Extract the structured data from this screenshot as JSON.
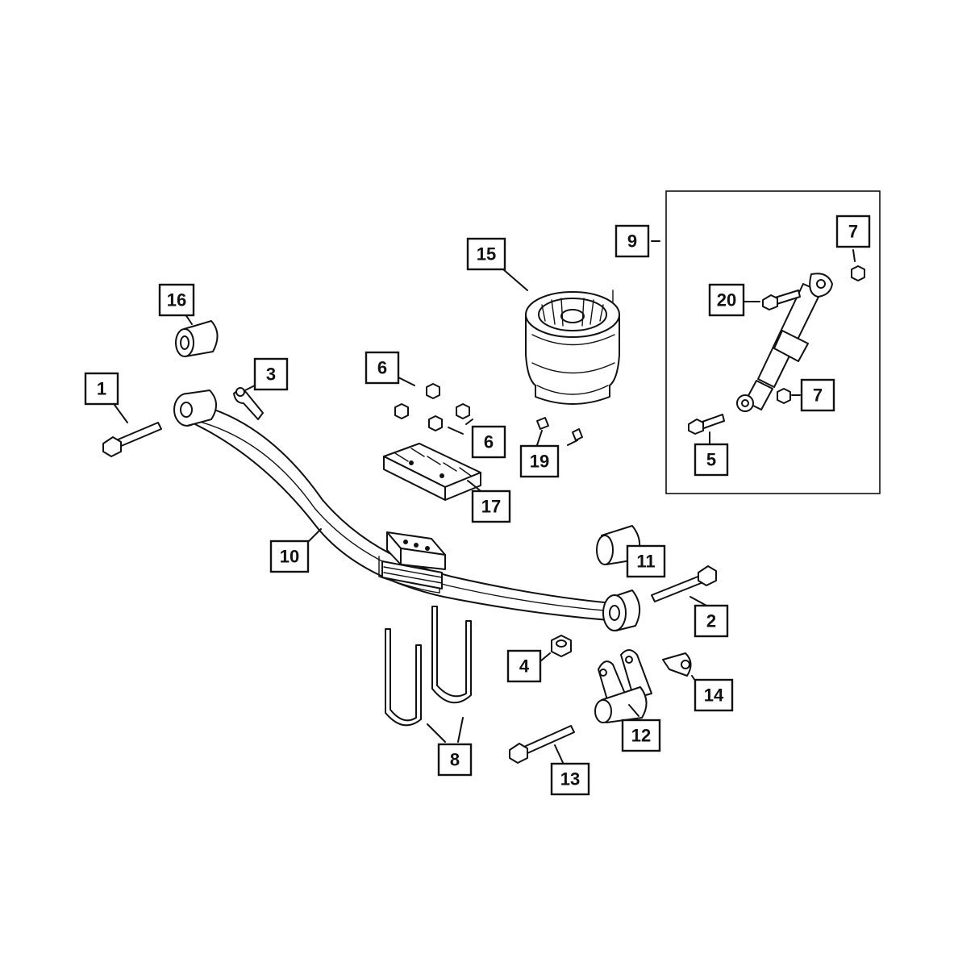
{
  "callouts": {
    "c1": "1",
    "c2": "2",
    "c3": "3",
    "c4": "4",
    "c5": "5",
    "c6a": "6",
    "c6b": "6",
    "c7a": "7",
    "c7b": "7",
    "c8": "8",
    "c9": "9",
    "c10": "10",
    "c11": "11",
    "c12": "12",
    "c13": "13",
    "c14": "14",
    "c15": "15",
    "c16": "16",
    "c17": "17",
    "c19": "19",
    "c20": "20"
  },
  "colors": {
    "line": "#111111",
    "background": "#ffffff"
  }
}
